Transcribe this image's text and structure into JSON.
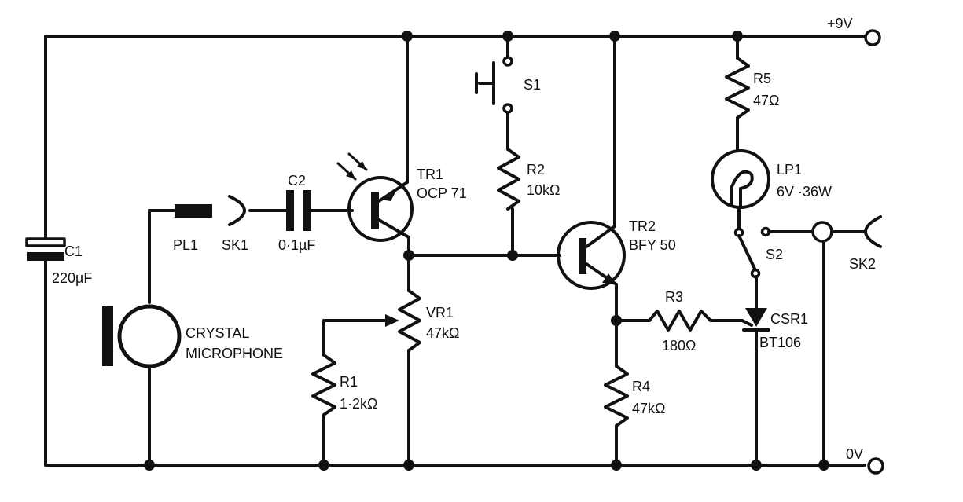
{
  "rails": {
    "supply": "+9V",
    "ground": "0V"
  },
  "components": {
    "c1": {
      "ref": "C1",
      "value": "220µF"
    },
    "pl1": {
      "ref": "PL1"
    },
    "sk1": {
      "ref": "SK1"
    },
    "c2": {
      "ref": "C2",
      "value": "0·1µF"
    },
    "tr1": {
      "ref": "TR1",
      "value": "OCP 71"
    },
    "s1": {
      "ref": "S1"
    },
    "r2": {
      "ref": "R2",
      "value": "10kΩ"
    },
    "tr2": {
      "ref": "TR2",
      "value": "BFY 50"
    },
    "r5": {
      "ref": "R5",
      "value": "47Ω"
    },
    "lp1": {
      "ref": "LP1",
      "value": "6V ·36W"
    },
    "s2": {
      "ref": "S2"
    },
    "sk2": {
      "ref": "SK2"
    },
    "mic": {
      "line1": "CRYSTAL",
      "line2": "MICROPHONE"
    },
    "vr1": {
      "ref": "VR1",
      "value": "47kΩ"
    },
    "r1": {
      "ref": "R1",
      "value": "1·2kΩ"
    },
    "r3": {
      "ref": "R3",
      "value": "180Ω"
    },
    "csr1": {
      "ref": "CSR1",
      "value": "BT106"
    },
    "r4": {
      "ref": "R4",
      "value": "47kΩ"
    }
  }
}
